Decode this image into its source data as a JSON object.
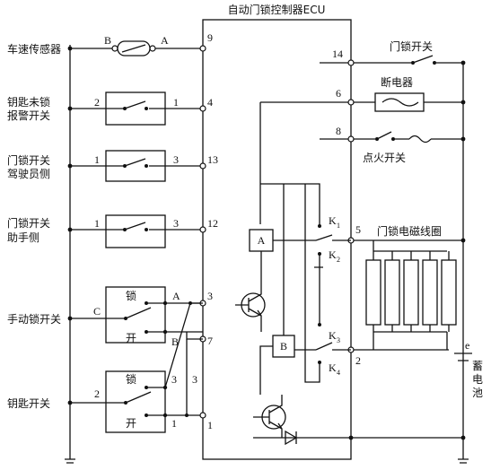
{
  "diagram": {
    "ecu_title": "自动门锁控制器ECU",
    "left_labels": {
      "speed_sensor": "车速传感器",
      "key_unlock_line1": "钥匙未锁",
      "key_unlock_line2": "报警开关",
      "door_driver_line1": "门锁开关",
      "door_driver_line2": "驾驶员侧",
      "door_passenger_line1": "门锁开关",
      "door_passenger_line2": "助手侧",
      "manual_switch": "手动锁开关",
      "key_switch": "钥匙开关"
    },
    "right_labels": {
      "door_switch": "门锁开关",
      "breaker": "断电器",
      "ignition": "点火开关",
      "solenoid": "门锁电磁线圈",
      "battery_line1": "蓄",
      "battery_line2": "电",
      "battery_line3": "池"
    },
    "switch_labels": {
      "lock": "锁",
      "unlock": "开"
    },
    "pin_letters": {
      "sensor_b": "B",
      "sensor_a": "A",
      "manual_c": "C",
      "manual_a": "A",
      "manual_b": "B",
      "battery_e": "e",
      "relay_a": "A",
      "relay_b": "B"
    },
    "relay_contacts": {
      "k1": "K",
      "k1_sub": "1",
      "k2": "K",
      "k2_sub": "2",
      "k3": "K",
      "k3_sub": "3",
      "k4": "K",
      "k4_sub": "4"
    },
    "terminals": {
      "t9": "9",
      "t4": "4",
      "t13": "13",
      "t12": "12",
      "t3a": "3",
      "t7": "7",
      "t3b": "3",
      "t1": "1",
      "t14": "14",
      "t6": "6",
      "t8": "8",
      "t5": "5",
      "t2": "2"
    },
    "switch_pins": {
      "key_unlock_2": "2",
      "key_unlock_1": "1",
      "driver_1": "1",
      "driver_3": "3",
      "passenger_1": "1",
      "passenger_3": "3",
      "key_sw_2": "2",
      "key_sw_3": "3",
      "key_sw_1": "1"
    }
  }
}
